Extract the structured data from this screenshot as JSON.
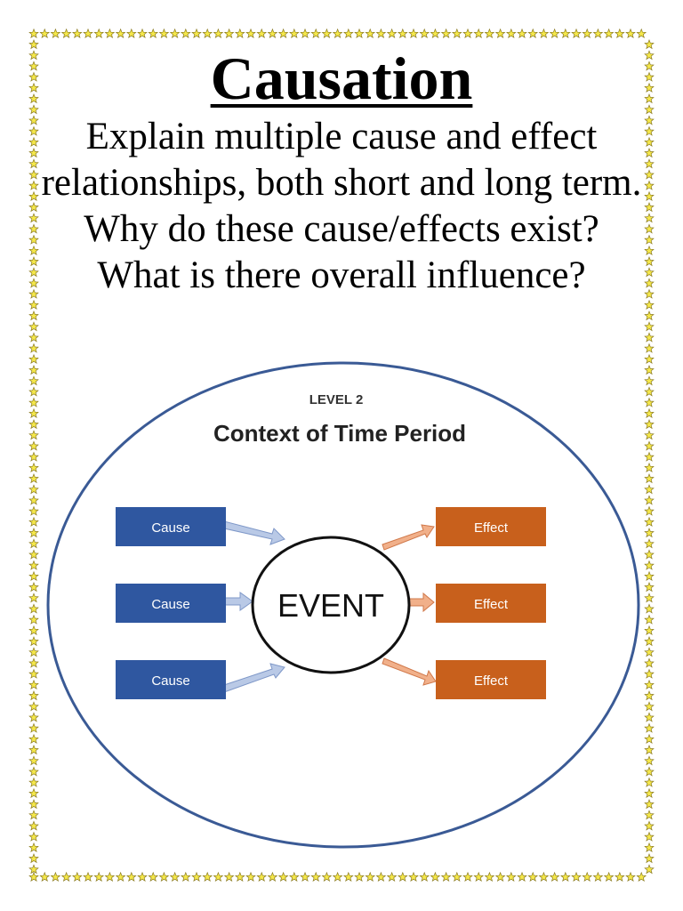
{
  "page": {
    "title": "Causation",
    "prompt": "Explain multiple cause and effect relationships, both short and long term. Why do these cause/effects exist? What is there overall influence?"
  },
  "diagram": {
    "level_label": "LEVEL 2",
    "context_label": "Context of Time Period",
    "event_label": "EVENT",
    "causes": [
      "Cause",
      "Cause",
      "Cause"
    ],
    "effects": [
      "Effect",
      "Effect",
      "Effect"
    ]
  },
  "colors": {
    "cause_box": "#2f57a0",
    "effect_box": "#c8601c",
    "outer_ellipse": "#3a5a95",
    "star_fill": "#f5e84a",
    "star_stroke": "#8a7a20"
  },
  "icons": {
    "border": "star-icon",
    "cause_arrow": "arrow-right-icon",
    "effect_arrow": "arrow-right-icon"
  }
}
